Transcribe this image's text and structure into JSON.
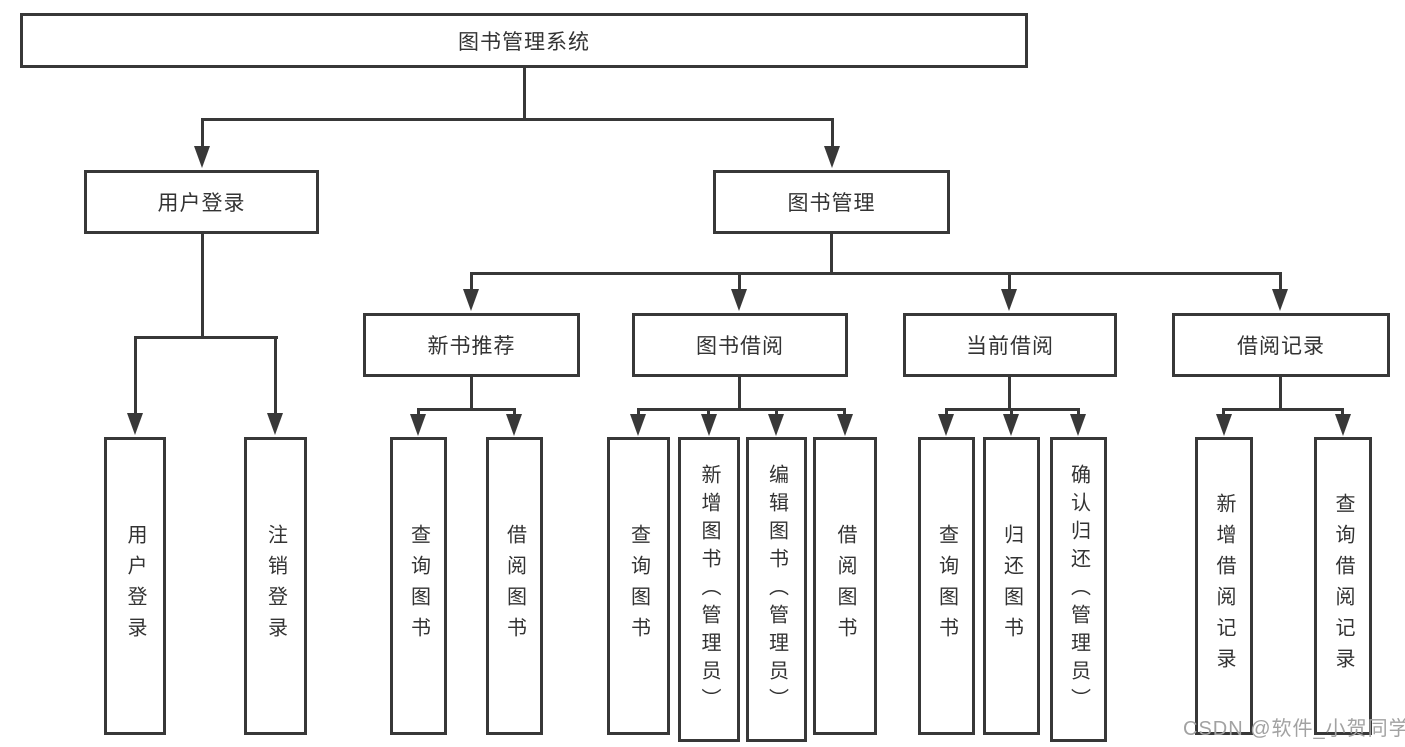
{
  "diagram": {
    "root": {
      "label": "图书管理系统"
    },
    "level1": [
      {
        "label": "用户登录"
      },
      {
        "label": "图书管理"
      }
    ],
    "level2": [
      {
        "label": "新书推荐"
      },
      {
        "label": "图书借阅"
      },
      {
        "label": "当前借阅"
      },
      {
        "label": "借阅记录"
      }
    ],
    "leaves": [
      {
        "label": "用户登录"
      },
      {
        "label": "注销登录"
      },
      {
        "label": "查询图书"
      },
      {
        "label": "借阅图书"
      },
      {
        "label": "查询图书"
      },
      {
        "label": "新增图书（管理员）"
      },
      {
        "label": "编辑图书（管理员）"
      },
      {
        "label": "借阅图书"
      },
      {
        "label": "查询图书"
      },
      {
        "label": "归还图书"
      },
      {
        "label": "确认归还（管理员）"
      },
      {
        "label": "新增借阅记录"
      },
      {
        "label": "查询借阅记录"
      }
    ],
    "watermark": "CSDN @软件_小贺同学",
    "colors": {
      "line": "#383838",
      "text": "#333333",
      "watermark": "#a2a2a2",
      "background": "#ffffff"
    }
  }
}
